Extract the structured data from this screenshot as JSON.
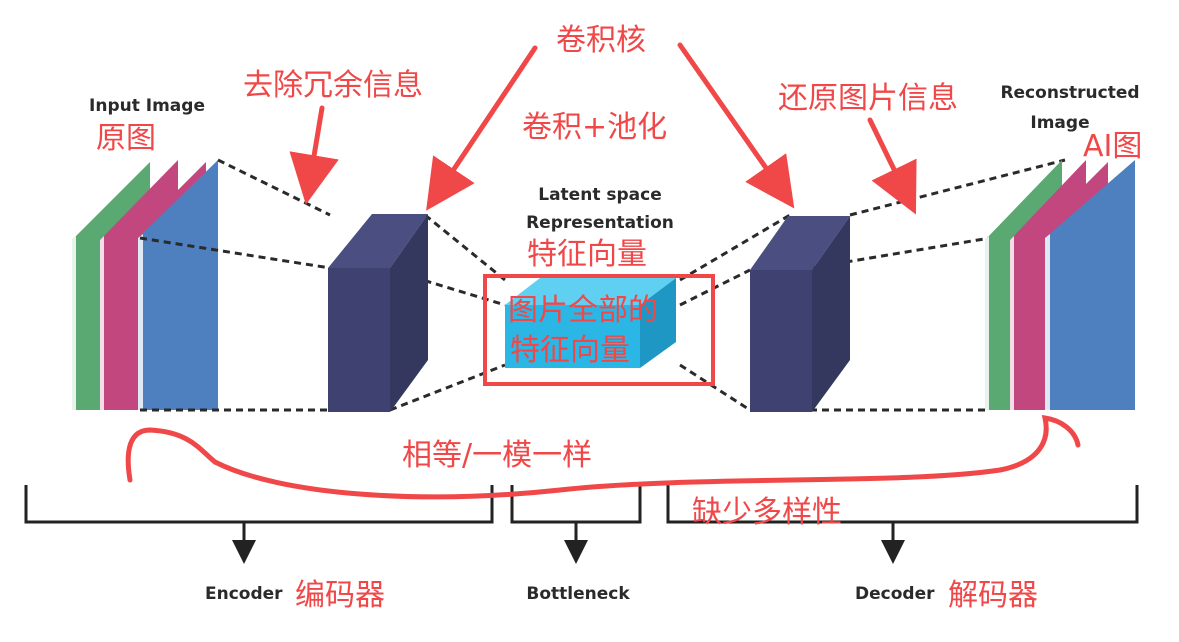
{
  "labels": {
    "input_image": "Input Image",
    "reconstructed_line1": "Reconstructed",
    "reconstructed_line2": "Image",
    "latent_line1": "Latent space",
    "latent_line2": "Representation",
    "encoder": "Encoder",
    "bottleneck": "Bottleneck",
    "decoder": "Decoder"
  },
  "annotations": {
    "original_image": "原图",
    "ai_image": "AI图",
    "remove_redundant": "去除冗余信息",
    "conv_kernel": "卷积核",
    "conv_pool": "卷积+池化",
    "restore_info": "还原图片信息",
    "feature_vector": "特征向量",
    "all_features_line1": "图片全部的",
    "all_features_line2": "特征向量",
    "equal_same": "相等/一模一样",
    "lack_diversity": "缺少多样性",
    "encoder_cn": "编码器",
    "decoder_cn": "解码器"
  },
  "colors": {
    "annotation_red": "#f04848",
    "layer_green": "#5aa872",
    "layer_pink": "#c2477f",
    "layer_blue": "#4e7fbf",
    "block_navy": "#3f4270",
    "latent_cyan": "#2ab7e6",
    "label_dark": "#2a2a2a"
  }
}
